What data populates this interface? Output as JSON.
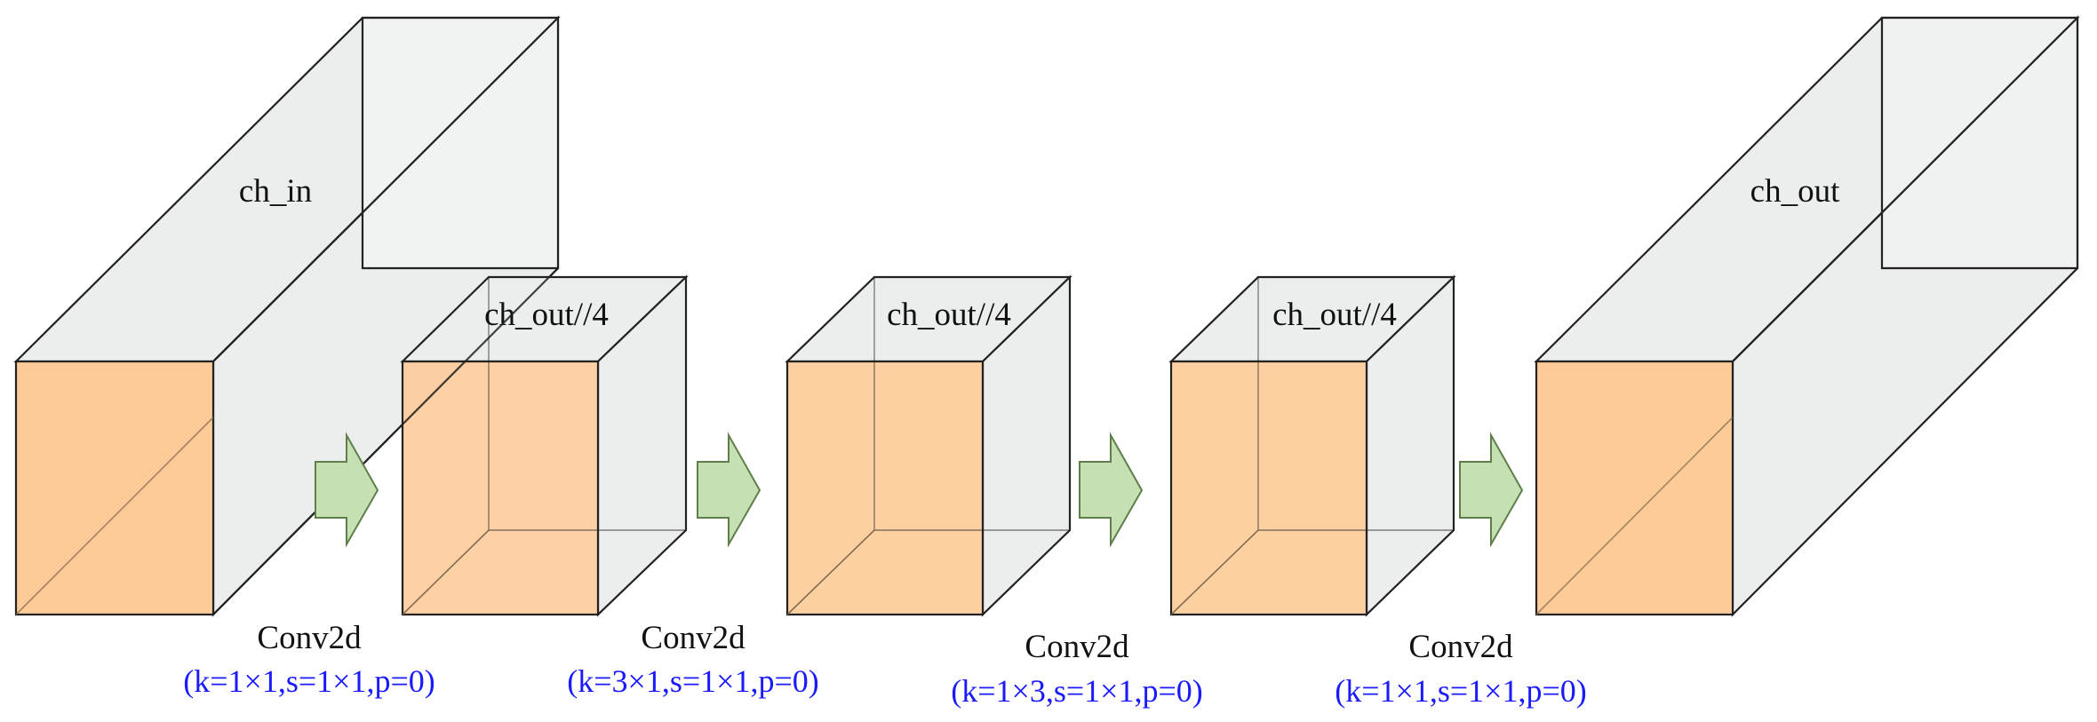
{
  "colors": {
    "front_face": "#fdcb98",
    "box_face": "#eceeee",
    "arrow_fill": "#c6e0b4",
    "param_text": "#1a1aff"
  },
  "blocks": [
    {
      "label": "ch_in"
    },
    {
      "label": "ch_out//4"
    },
    {
      "label": "ch_out//4"
    },
    {
      "label": "ch_out//4"
    },
    {
      "label": "ch_out"
    }
  ],
  "operations": [
    {
      "name": "Conv2d",
      "params": "(k=1×1,s=1×1,p=0)"
    },
    {
      "name": "Conv2d",
      "params": "(k=3×1,s=1×1,p=0)"
    },
    {
      "name": "Conv2d",
      "params": "(k=1×3,s=1×1,p=0)"
    },
    {
      "name": "Conv2d",
      "params": "(k=1×1,s=1×1,p=0)"
    }
  ]
}
